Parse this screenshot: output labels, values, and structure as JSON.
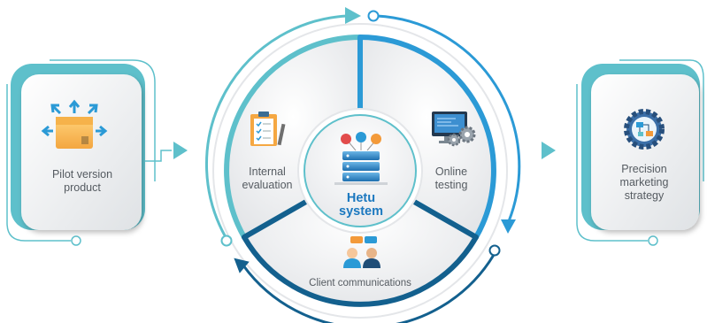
{
  "left_card": {
    "label": [
      "Pilot version",
      "product"
    ],
    "icon": "box-with-arrows-icon"
  },
  "right_card": {
    "label": [
      "Precision",
      "marketing",
      "strategy"
    ],
    "icon": "gear-flowchart-icon"
  },
  "segments": {
    "internal": {
      "label": [
        "Internal",
        "evaluation"
      ],
      "icon": "clipboard-checklist-icon"
    },
    "online": {
      "label": [
        "Online",
        "testing"
      ],
      "icon": "monitor-gears-icon"
    },
    "client": {
      "label": "Client communications",
      "icon": "people-chat-icon"
    }
  },
  "center": {
    "title": [
      "Hetu",
      "system"
    ],
    "icon": "server-database-icon"
  },
  "colors": {
    "teal": "#5ec0cb",
    "blue": "#2b9ad6",
    "navy": "#13608e",
    "title_blue": "#1b78bf",
    "text_gray": "#555b61"
  }
}
